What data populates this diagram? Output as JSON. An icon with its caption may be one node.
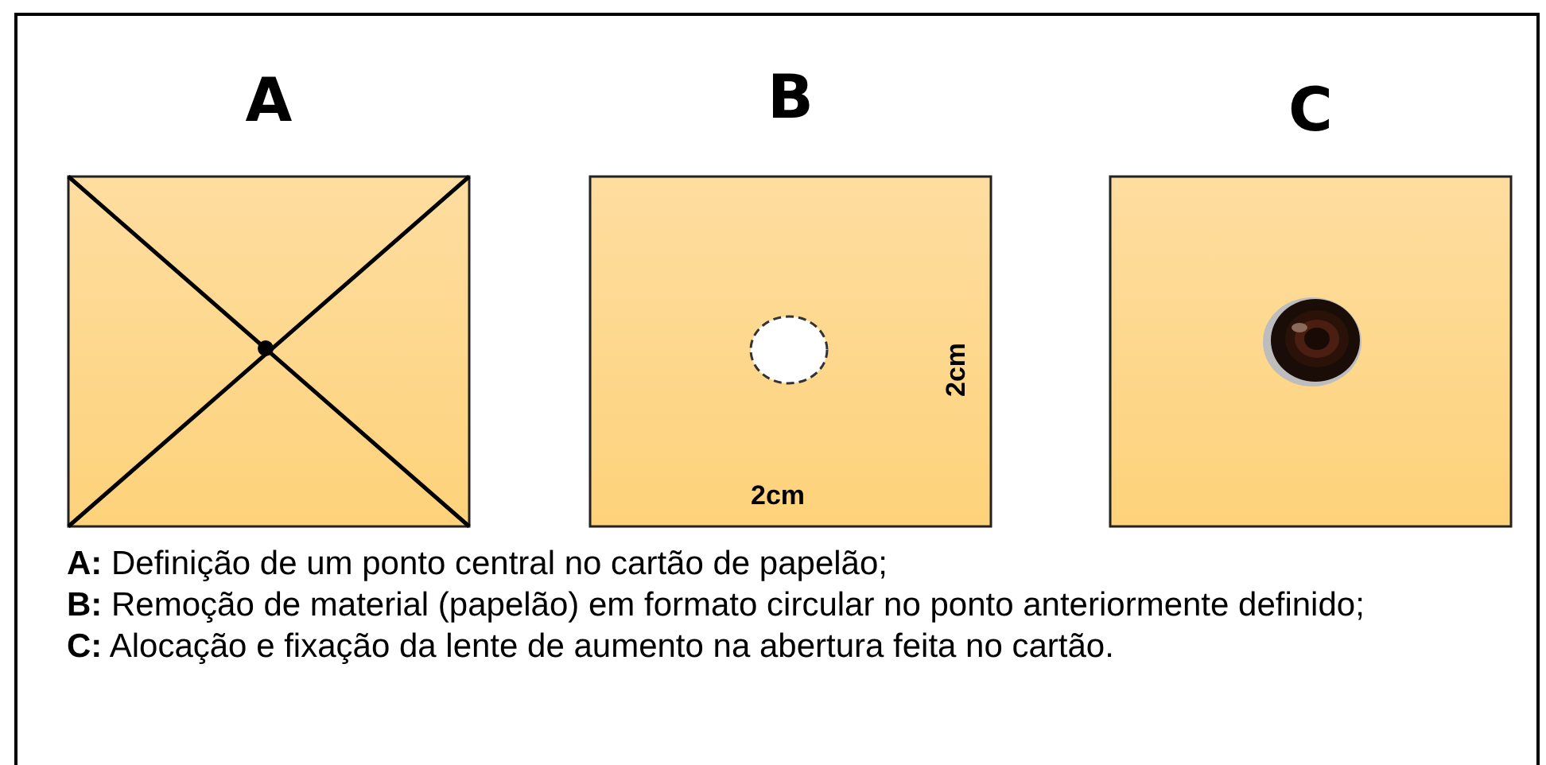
{
  "diagram": {
    "nodes": [
      {
        "text": [
          "A"
        ]
      },
      {
        "text": [
          "B"
        ]
      },
      {
        "text": [
          "C"
        ]
      }
    ],
    "labels": [
      "2cm",
      "2cm",
      "**A:** Definição de um ponto central no cartão de papelão;",
      "**B:** Remoção de material (papelão) em formato circular no ponto anteriormente definido;",
      "**C:** Alocação e fixação da lente de aumento na abertura feita no cartão."
    ]
  }
}
